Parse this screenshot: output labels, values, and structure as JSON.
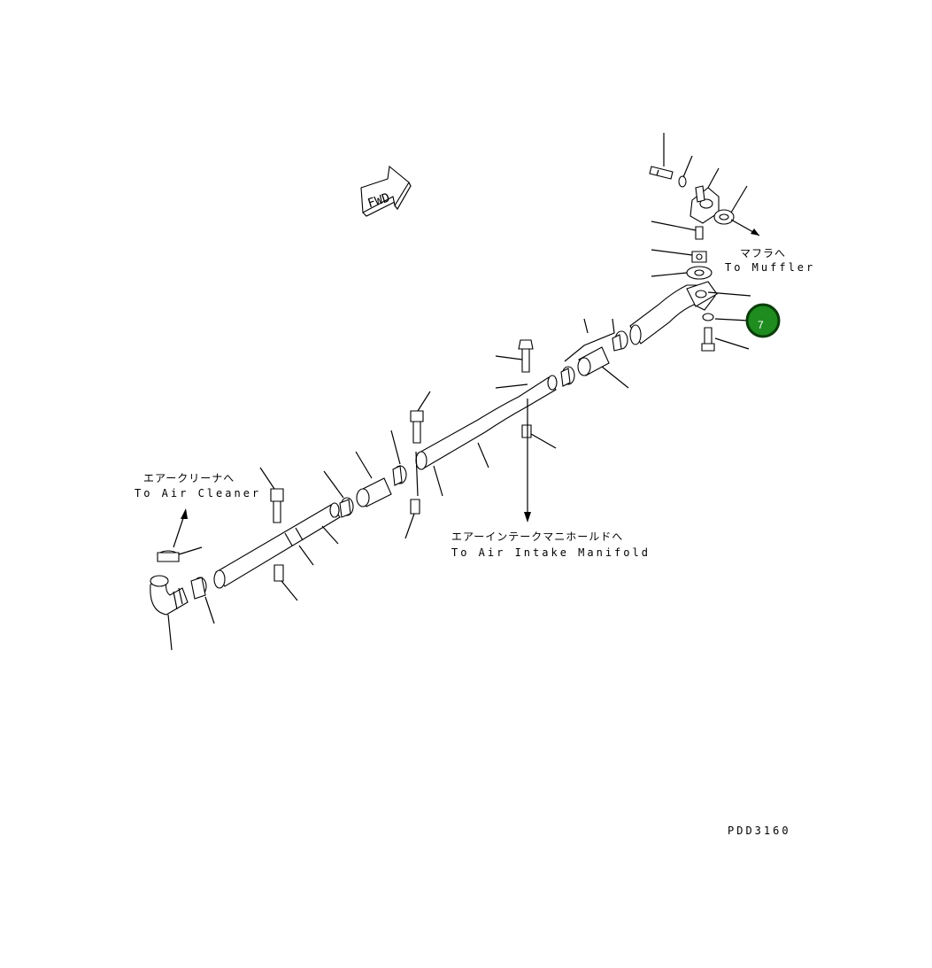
{
  "fwd_label": "FWD",
  "callouts": {
    "muffler_jp": "マフラへ",
    "muffler_en": "To Muffler",
    "air_cleaner_jp": "エアークリーナへ",
    "air_cleaner_en": "To Air Cleaner",
    "intake_jp": "エアーインテークマニホールドへ",
    "intake_en": "To Air Intake Manifold"
  },
  "badge": {
    "number": "7",
    "color": "#1e8c1e",
    "border": "#0a3d0a"
  },
  "drawing_code": "PDD3160"
}
